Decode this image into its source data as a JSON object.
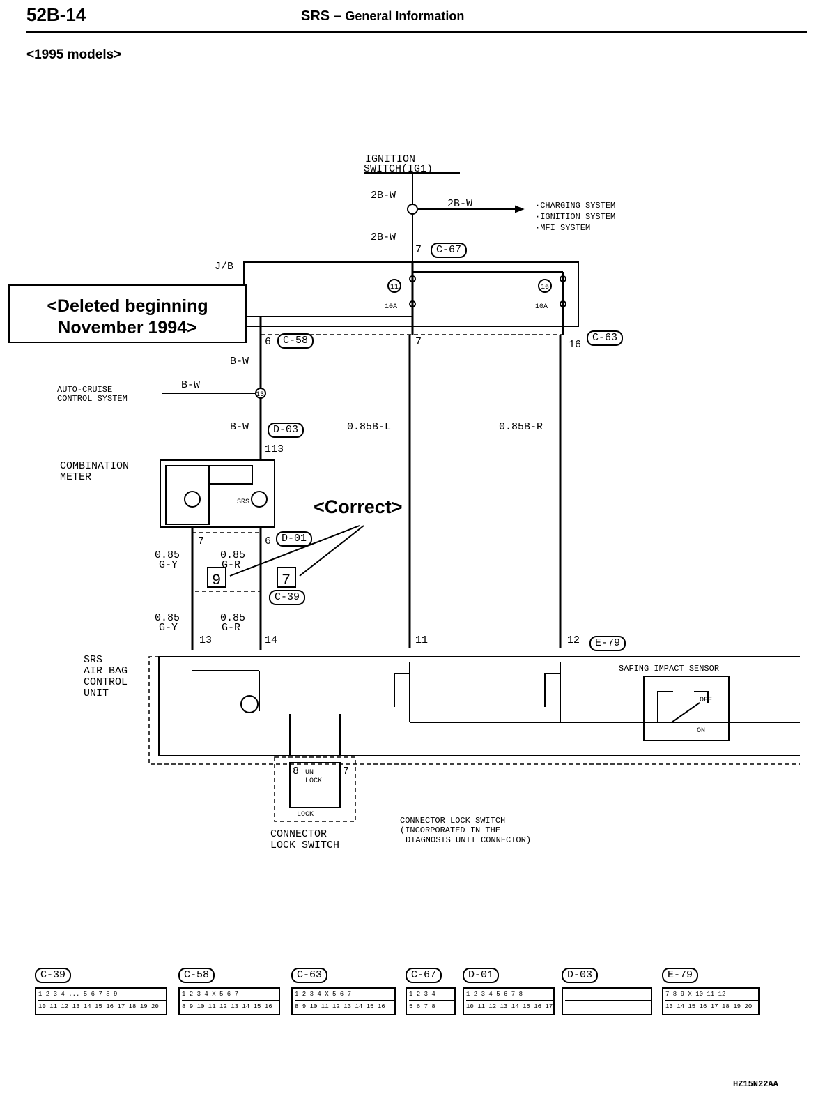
{
  "header": {
    "page_number": "52B-14",
    "title": "SRS",
    "dash": "–",
    "subtitle": "General Information"
  },
  "models_label": "<1995 models>",
  "annotations": {
    "deleted_line1": "<Deleted beginning",
    "deleted_line2": "November 1994>",
    "correct": "<Correct>"
  },
  "diagram": {
    "ignition_line1": "IGNITION",
    "ignition_line2": "SWITCH(IG1)",
    "wire_2bw": "2B-W",
    "systems": [
      "·CHARGING SYSTEM",
      "·IGNITION SYSTEM",
      "·MFI SYSTEM"
    ],
    "jb": "J/B",
    "fuse_11": "11",
    "fuse_16": "16",
    "fuse_rating": "10A",
    "pin_7": "7",
    "pin_6": "6",
    "pin_16": "16",
    "pin_113": "113",
    "pin_13": "13",
    "pin_14": "14",
    "pin_11": "11",
    "pin_12": "12",
    "pin_8": "8",
    "pin_9": "9",
    "wire_bw": "B-W",
    "wire_085bl": "0.85B-L",
    "wire_085br": "0.85B-R",
    "wire_085": "0.85",
    "wire_gy": "G-Y",
    "wire_gr": "G-R",
    "node_13": "13",
    "auto_cruise_1": "AUTO-CRUISE",
    "auto_cruise_2": "CONTROL SYSTEM",
    "comb_meter_1": "COMBINATION",
    "comb_meter_2": "METER",
    "srs_mark": "SRS",
    "srs_unit": [
      "SRS",
      "AIR BAG",
      "CONTROL",
      "UNIT"
    ],
    "safing": "SAFING IMPACT SENSOR",
    "off": "OFF",
    "on": "ON",
    "unlock": "UN",
    "lock_word": "LOCK",
    "lock": "LOCK",
    "conn_lock_1": "CONNECTOR",
    "conn_lock_2": "LOCK SWITCH",
    "conn_lock_note": [
      "CONNECTOR LOCK SWITCH",
      "(INCORPORATED IN THE",
      "DIAGNOSIS UNIT CONNECTOR)"
    ]
  },
  "connectors": {
    "c67": "C-67",
    "c58": "C-58",
    "c63": "C-63",
    "d03": "D-03",
    "d01": "D-01",
    "c39": "C-39",
    "e79": "E-79"
  },
  "connector_legend": [
    {
      "id": "C-39",
      "top": "1 2 3 4 ... 5 6 7 8 9",
      "bottom": "10 11 12 13 14 15 16 17 18 19 20"
    },
    {
      "id": "C-58",
      "top": "1 2 3 4 X 5 6 7",
      "bottom": "8 9 10 11 12 13 14 15 16"
    },
    {
      "id": "C-63",
      "top": "1 2 3 4 X 5 6 7",
      "bottom": "8 9 10 11 12 13 14 15 16"
    },
    {
      "id": "C-67",
      "top": "1 2 3 4",
      "bottom": "5 6 7 8"
    },
    {
      "id": "D-01",
      "top": "1 2 3 4 5 6 7 8",
      "bottom": "10 11 12 13 14 15 16 17"
    },
    {
      "id": "D-03",
      "top": "",
      "bottom": ""
    },
    {
      "id": "E-79",
      "top": "7 8 9 X 10 11 12",
      "bottom": "13 14 15 16 17 18 19 20"
    }
  ],
  "footer_code": "HZ15N22AA"
}
